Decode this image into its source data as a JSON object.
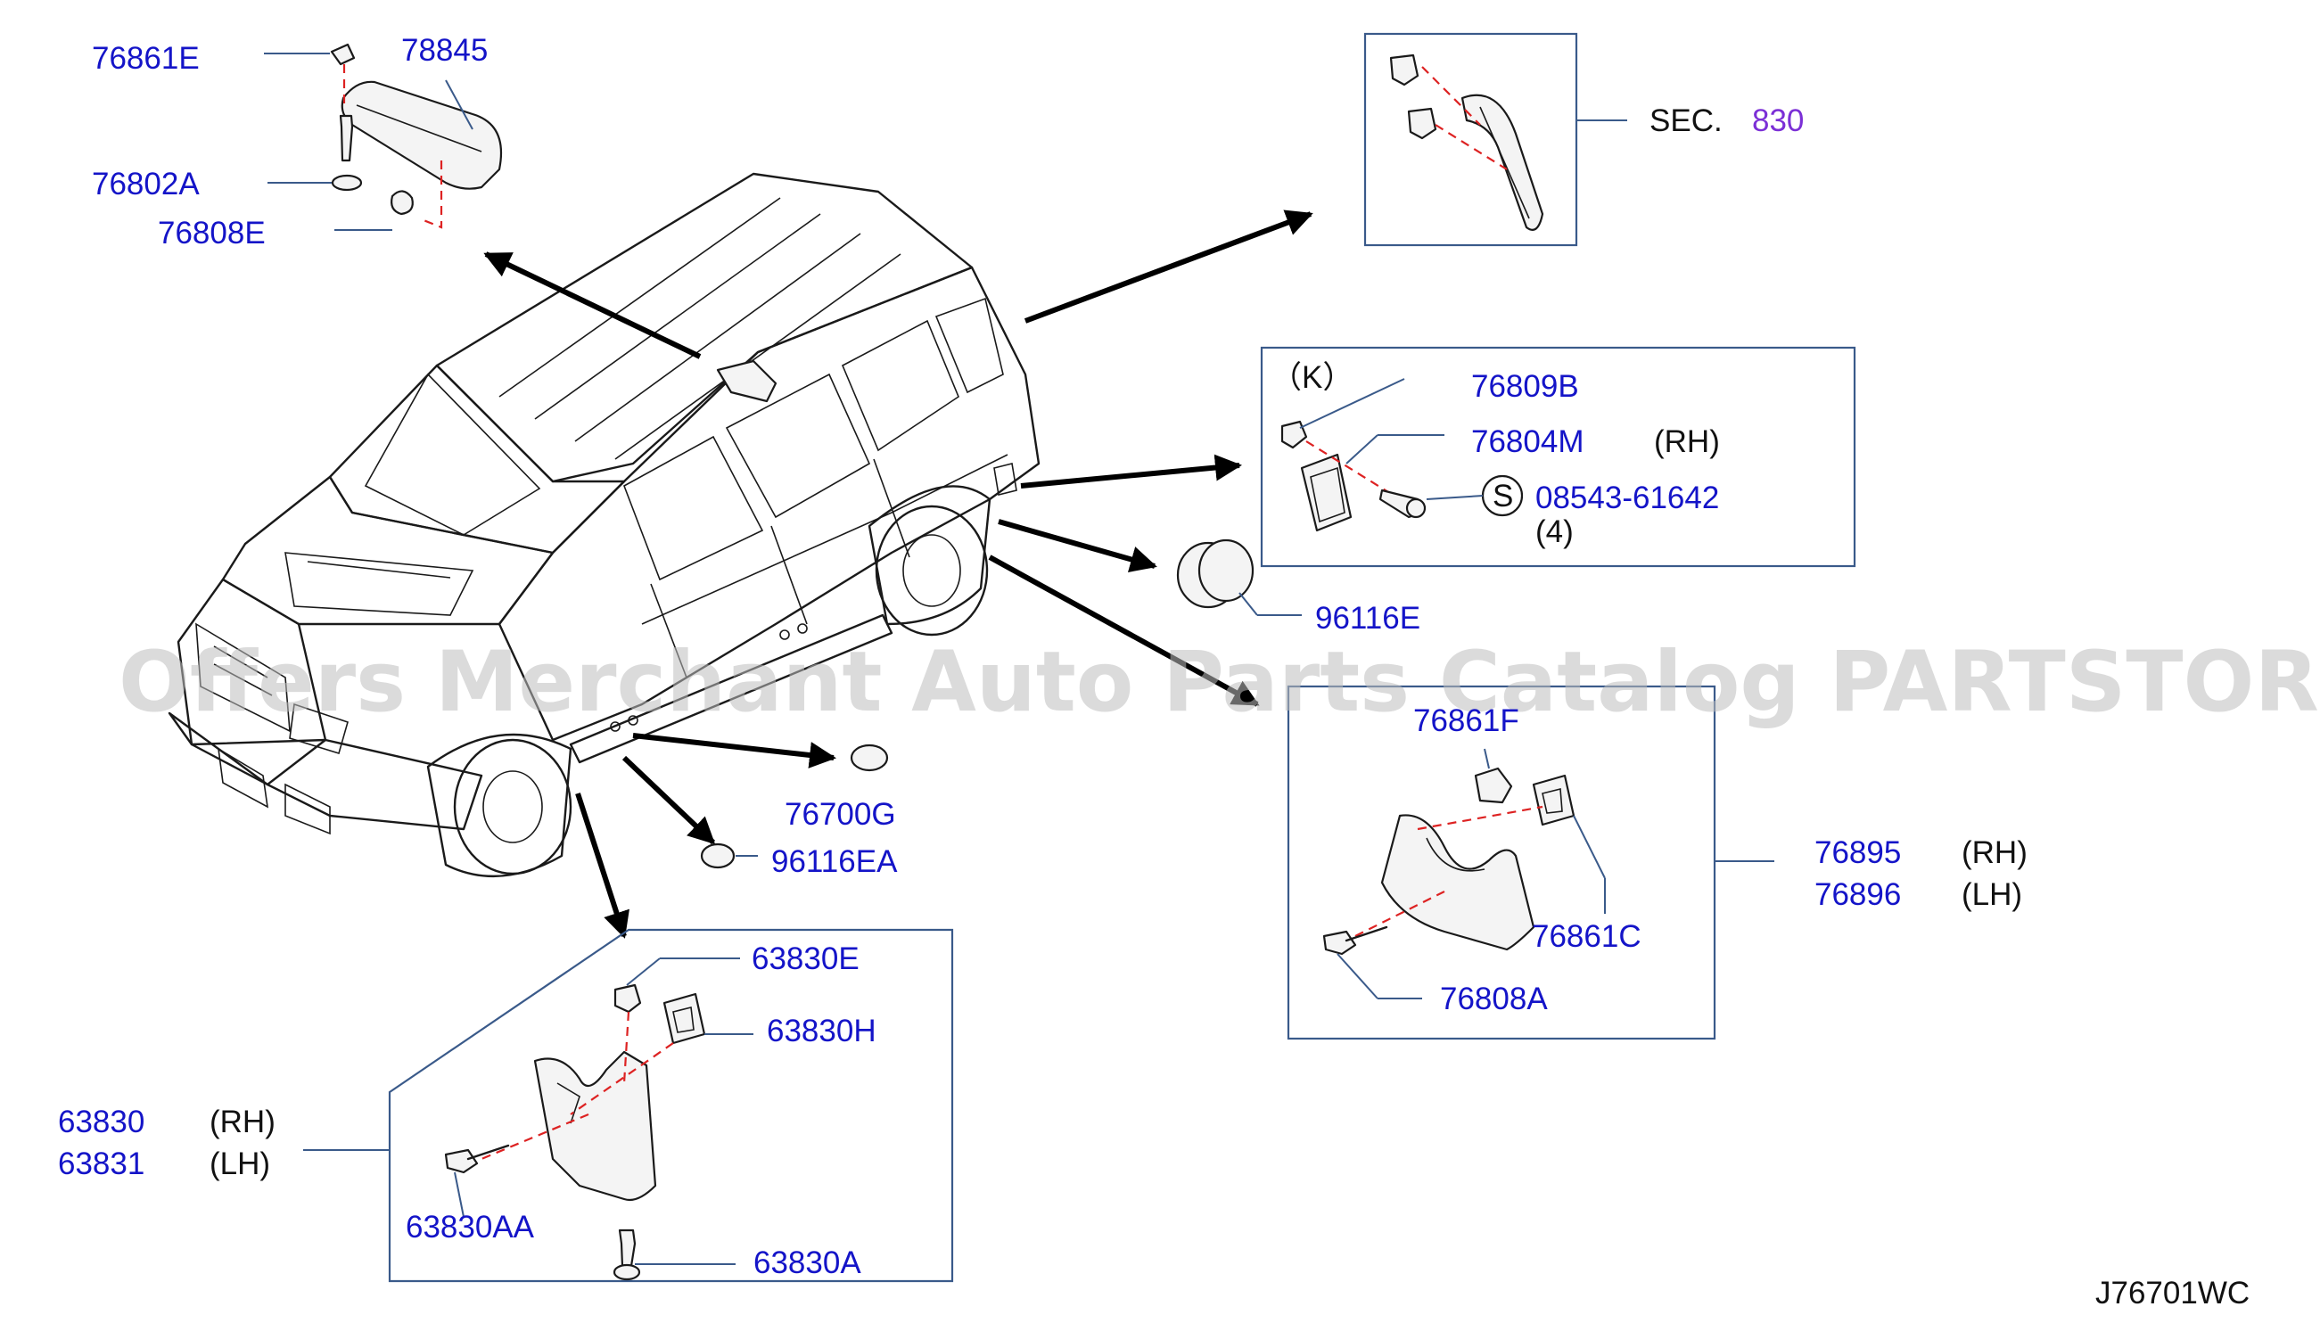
{
  "diagram": {
    "watermark": "Offers Merchant Auto Parts Catalog PARTSTORE.SA",
    "diagram_code": "J76701WC",
    "parts": {
      "p76861E": "76861E",
      "p78845": "78845",
      "p76802A": "76802A",
      "p76808E": "76808E",
      "sec_label": "SEC.",
      "sec_number": "830",
      "k_variant": "（K）",
      "p76809B": "76809B",
      "p76804M": "76804M",
      "p76804M_side": "(RH)",
      "s_symbol": "S",
      "p08543": "08543-61642",
      "p08543_qty": "(4)",
      "p96116E": "96116E",
      "p76861F": "76861F",
      "p76895": "76895",
      "p76895_side": "(RH)",
      "p76896": "76896",
      "p76896_side": "(LH)",
      "p76861C": "76861C",
      "p76808A": "76808A",
      "p76700G": "76700G",
      "p96116EA": "96116EA",
      "p63830E": "63830E",
      "p63830H": "63830H",
      "p63830": "63830",
      "p63830_side": "(RH)",
      "p63831": "63831",
      "p63831_side": "(LH)",
      "p63830AA": "63830AA",
      "p63830A": "63830A"
    }
  }
}
